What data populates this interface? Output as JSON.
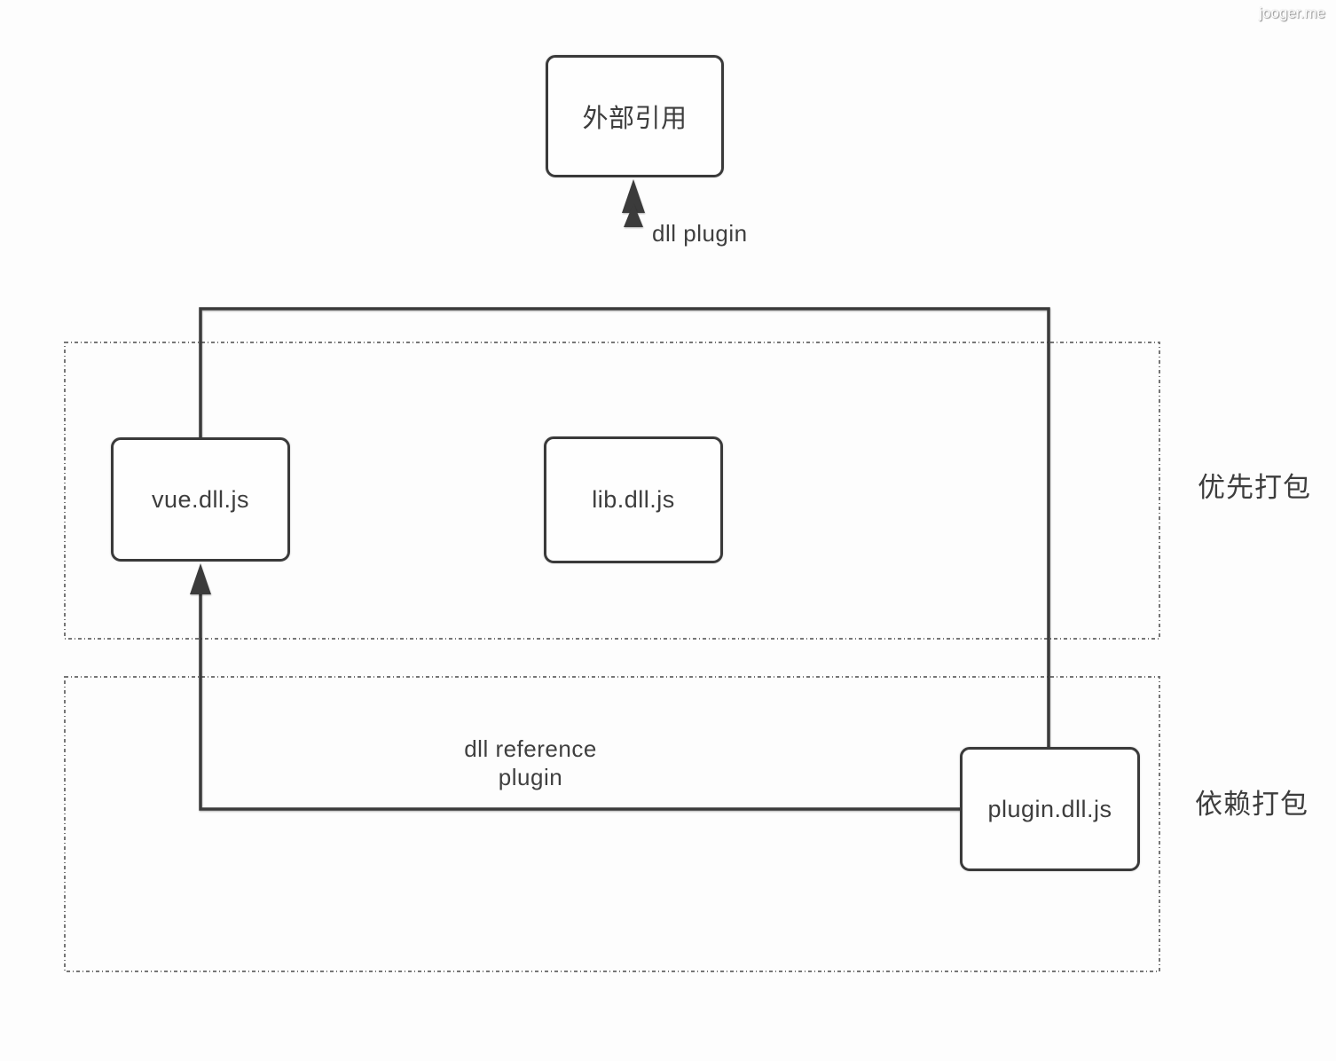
{
  "watermark": "jooger.me",
  "colors": {
    "background": "#fdfdfd",
    "line": "#3a3a3a",
    "text": "#3d3d3d",
    "dashed_border": "#767676"
  },
  "nodes": {
    "external": {
      "label": "外部引用"
    },
    "vue": {
      "label": "vue.dll.js"
    },
    "lib": {
      "label": "lib.dll.js"
    },
    "plugin": {
      "label": "plugin.dll.js"
    }
  },
  "edges": {
    "dll_plugin": {
      "label": "dll plugin"
    },
    "dll_reference": {
      "label_line1": "dll reference",
      "label_line2": "plugin"
    }
  },
  "groups": {
    "priority": {
      "label": "优先打包"
    },
    "dependency": {
      "label": "依赖打包"
    }
  }
}
